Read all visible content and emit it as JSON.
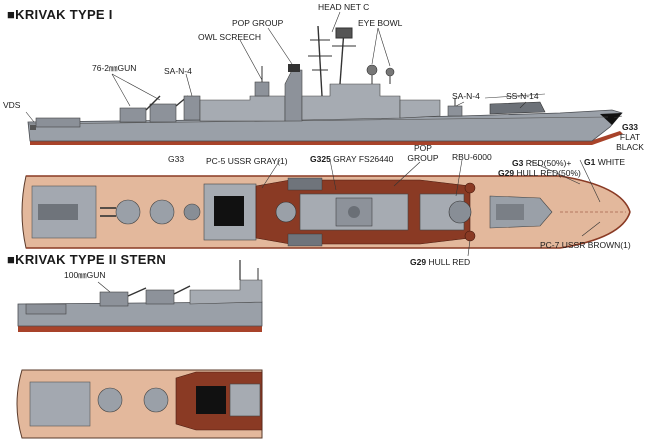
{
  "headings": {
    "type1": "■KRIVAK TYPE I",
    "type2": "■KRIVAK TYPE II STERN"
  },
  "labels": {
    "head_net_c": "HEAD NET C",
    "pop_group_top": "POP GROUP",
    "eye_bowl": "EYE BOWL",
    "owl_screech": "OWL SCREECH",
    "gun_76": "76-2㎜GUN",
    "sa_n_4_aft": "SA-N-4",
    "sa_n_4_fwd": "SA-N-4",
    "ss_n_14": "SS-N-14",
    "vds": "VDS",
    "g33_code": "G33",
    "g33_text": "FLAT BLACK",
    "g33_left": "G33",
    "pc5": "PC-5 USSR GRAY(1)",
    "g325_code": "G325",
    "g325_text": "GRAY FS26440",
    "pop_group_mid": "POP GROUP",
    "rbu_6000": "RBU-6000",
    "g3_code": "G3",
    "g3_text": "RED(50%)+",
    "g1_code": "G1",
    "g1_text": "WHITE",
    "g29_hull_code": "G29",
    "g29_hull_text": "HULL RED(50%)",
    "pc7": "PC-7 USSR BROWN(1)",
    "g29_bottom_code": "G29",
    "g29_bottom_text": "HULL RED",
    "gun_100": "100㎜GUN"
  },
  "colors": {
    "hull_gray": "#9aa0a8",
    "hull_dark": "#3a3d42",
    "deck_tan": "#e3b89c",
    "hull_red": "#8a3a24",
    "red_mix": "#b24a30",
    "flat_black": "#111111",
    "white_stripe": "#f4f4f4"
  }
}
